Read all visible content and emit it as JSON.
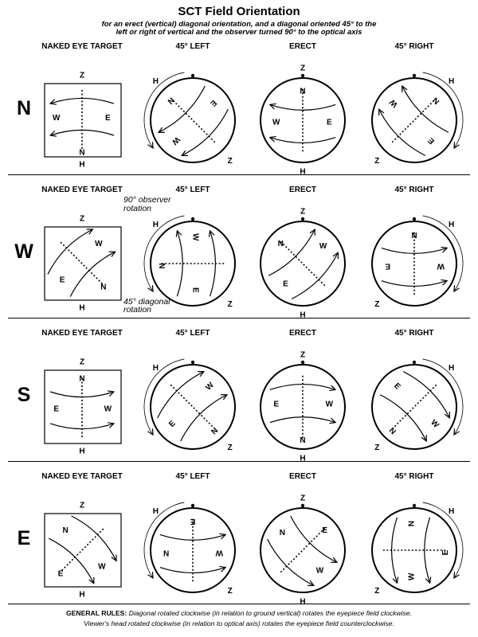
{
  "title": "SCT Field Orientation",
  "subtitle_line1": "for an erect (vertical) diagonal orientation, and a diagonal oriented 45° to the",
  "subtitle_line2": "left or right of vertical and the observer turned 90° to the optical axis",
  "column_headers": [
    "NAKED EYE TARGET",
    "45° LEFT",
    "ERECT",
    "45° RIGHT"
  ],
  "rows": [
    {
      "label": "N"
    },
    {
      "label": "W"
    },
    {
      "label": "S"
    },
    {
      "label": "E"
    }
  ],
  "annotations": {
    "observer_rotation_line1": "90° observer",
    "observer_rotation_line2": "rotation",
    "diagonal_rotation_line1": "45° diagonal",
    "diagonal_rotation_line2": "rotation"
  },
  "general_rules": {
    "heading": "GENERAL RULES:",
    "line1": " Diagonal rotated clockwise (in relation to ground vertical) rotates the eyepiece field clockwise.",
    "line2": "Viewer's head rotated clockwise (in relation to optical axis) rotates the eyepiece field counterclockwise."
  },
  "marker_labels": {
    "zenith": "Z",
    "horizon": "H"
  },
  "direction_letters": {
    "north": "N",
    "south": "S",
    "east": "E",
    "west": "W"
  }
}
